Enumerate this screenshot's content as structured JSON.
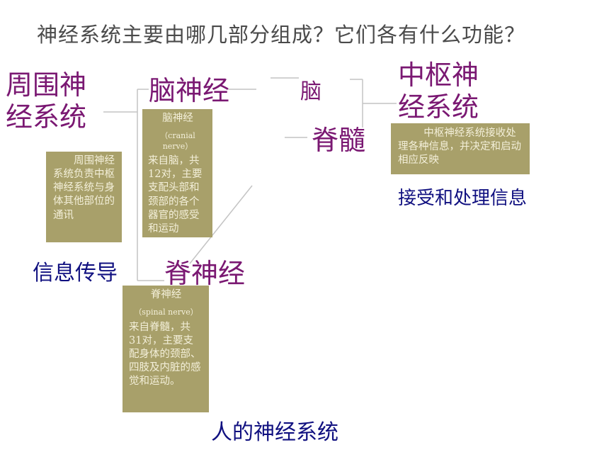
{
  "question": "神经系统主要由哪几部分组成？它们各有什么功能？",
  "peripheral": {
    "title_line1": "周围神",
    "title_line2": "经系统",
    "desc": "周围神经系统负责中枢神经系统与身体其他部位的通讯",
    "function": "信息传导"
  },
  "cranial": {
    "title": "脑神经",
    "box_title": "脑神经",
    "box_en": "（cranial nerve）",
    "box_body": "来自脑，共12对，主要支配头部和颈部的各个器官的感受和运动"
  },
  "spinal": {
    "title": "脊神经",
    "box_title": "脊神经",
    "box_en": "（spinal nerve）",
    "box_body": "来自脊髓，共31对，主要支配身体的颈部、四肢及内脏的感觉和运动。"
  },
  "brain": "脑",
  "spinal_cord": "脊髓",
  "central": {
    "title_line1": "中枢神",
    "title_line2": "经系统",
    "desc": "中枢神经系统接收处理各种信息，并决定和启动相应反映",
    "function": "接受和处理信息"
  },
  "caption": "人的神经系统"
}
